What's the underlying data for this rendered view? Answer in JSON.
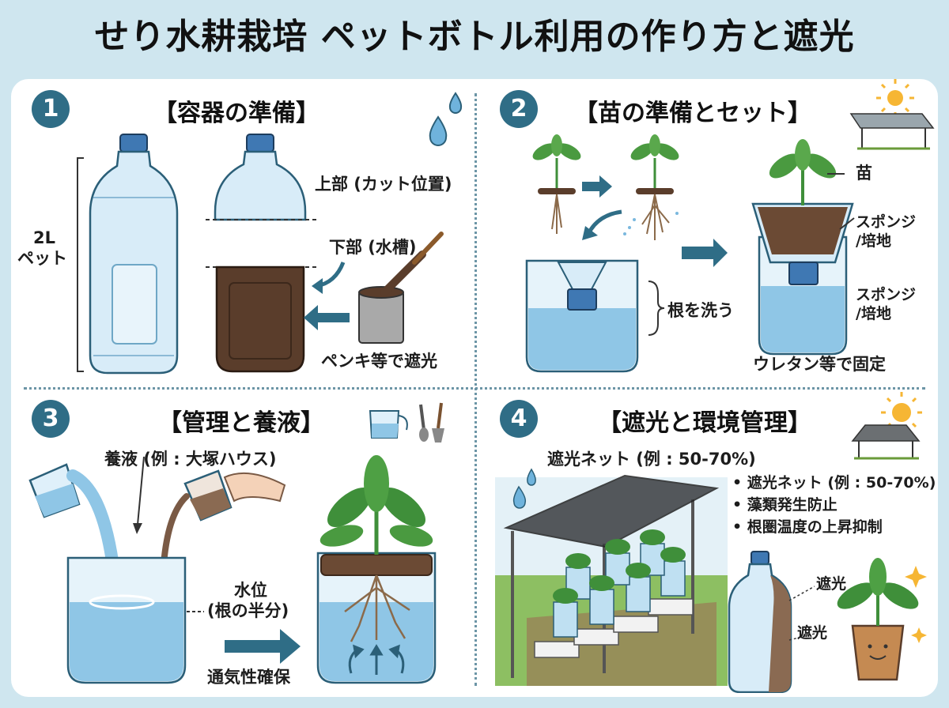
{
  "title": "せり水耕栽培 ペットボトル利用の作り方と遮光",
  "panels": [
    {
      "number": "1",
      "heading": "【容器の準備】",
      "labels": {
        "bottle_size": "2L",
        "bottle_type": "ペット",
        "top_part": "上部 (カット位置)",
        "bottom_part": "下部 (水槽)",
        "paint": "ペンキ等で遮光"
      }
    },
    {
      "number": "2",
      "heading": "【苗の準備とセット】",
      "labels": {
        "seedling": "苗",
        "sponge_1": "スポンジ",
        "medium_1": "/培地",
        "sponge_2": "スポンジ",
        "medium_2": "/培地",
        "wash_roots": "根を洗う",
        "fix": "ウレタン等で固定"
      }
    },
    {
      "number": "3",
      "heading": "【管理と養液】",
      "labels": {
        "nutrient": "養液 (例 : 大塚ハウス)",
        "water_level_1": "水位",
        "water_level_2": "(根の半分)",
        "aeration": "通気性確保"
      }
    },
    {
      "number": "4",
      "heading": "【遮光と環境管理】",
      "labels": {
        "net": "遮光ネット (例 : 50-70%)",
        "bullets": [
          "• 遮光ネット (例 : 50-70%)",
          "• 藻類発生防止",
          "• 根圏温度の上昇抑制"
        ],
        "shade_1": "遮光",
        "shade_2": "遮光"
      }
    }
  ],
  "colors": {
    "accent": "#2f6d86",
    "water": "#8fc6e6",
    "soil": "#5a3d2b",
    "leaf": "#3f8f3a"
  }
}
